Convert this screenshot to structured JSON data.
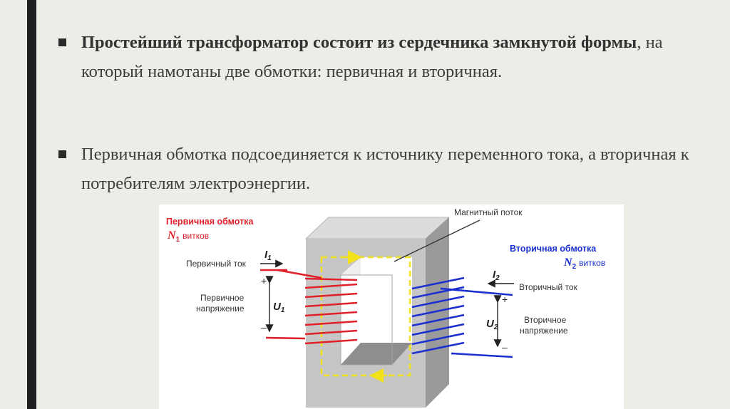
{
  "slide": {
    "bullets": [
      {
        "bold": "Простейший трансформатор состоит из сердечника замкнутой формы",
        "rest": ", на который намотаны две обмотки: первичная и вторичная."
      },
      {
        "bold": "",
        "rest": "Первичная обмотка подсоединяется к источнику переменного тока, а вторичная к потребителям электроэнергии."
      }
    ]
  },
  "diagram": {
    "primary_winding_title": "Первичная обмотка",
    "primary_turns_symbol": "N",
    "primary_turns_sub": "1",
    "primary_turns_word": "витков",
    "secondary_winding_title": "Вторичная обмотка",
    "secondary_turns_symbol": "N",
    "secondary_turns_sub": "2",
    "secondary_turns_word": "витков",
    "magnetic_flux": "Магнитный поток",
    "primary_current": "Первичный ток",
    "primary_current_symbol": "I",
    "primary_current_sub": "1",
    "secondary_current": "Вторичный ток",
    "secondary_current_symbol": "I",
    "secondary_current_sub": "2",
    "primary_voltage_line1": "Первичное",
    "primary_voltage_line2": "напряжение",
    "primary_voltage_symbol": "U",
    "primary_voltage_sub": "1",
    "secondary_voltage_line1": "Вторичное",
    "secondary_voltage_line2": "напряжение",
    "secondary_voltage_symbol": "U",
    "secondary_voltage_sub": "2",
    "plus": "+",
    "minus": "–",
    "colors": {
      "primary": "#e0202a",
      "secondary": "#1a2fd0",
      "flux": "#f2e21a",
      "core_front": "#c6c6c6",
      "core_top": "#dcdcdc",
      "core_side": "#9a9a9a"
    }
  }
}
